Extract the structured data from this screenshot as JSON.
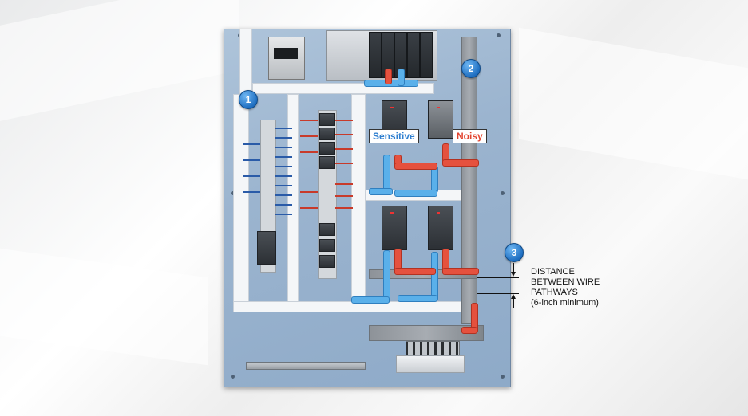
{
  "labels": {
    "sensitive": "Sensitive",
    "noisy": "Noisy"
  },
  "callouts": [
    {
      "number": "1"
    },
    {
      "number": "2"
    },
    {
      "number": "3"
    }
  ],
  "distance_note": {
    "line1": "DISTANCE",
    "line2": "BETWEEN WIRE",
    "line3": "PATHWAYS",
    "line4": "(6-inch minimum)"
  },
  "colors": {
    "sensitive_wire": "#5ab0ea",
    "noisy_wire": "#e5513e",
    "callout_badge": "#1f6fc2",
    "panel": "#9bb4cf"
  },
  "icons": {
    "callout": "numbered-circle-icon",
    "dimension": "dimension-arrow-icon"
  }
}
